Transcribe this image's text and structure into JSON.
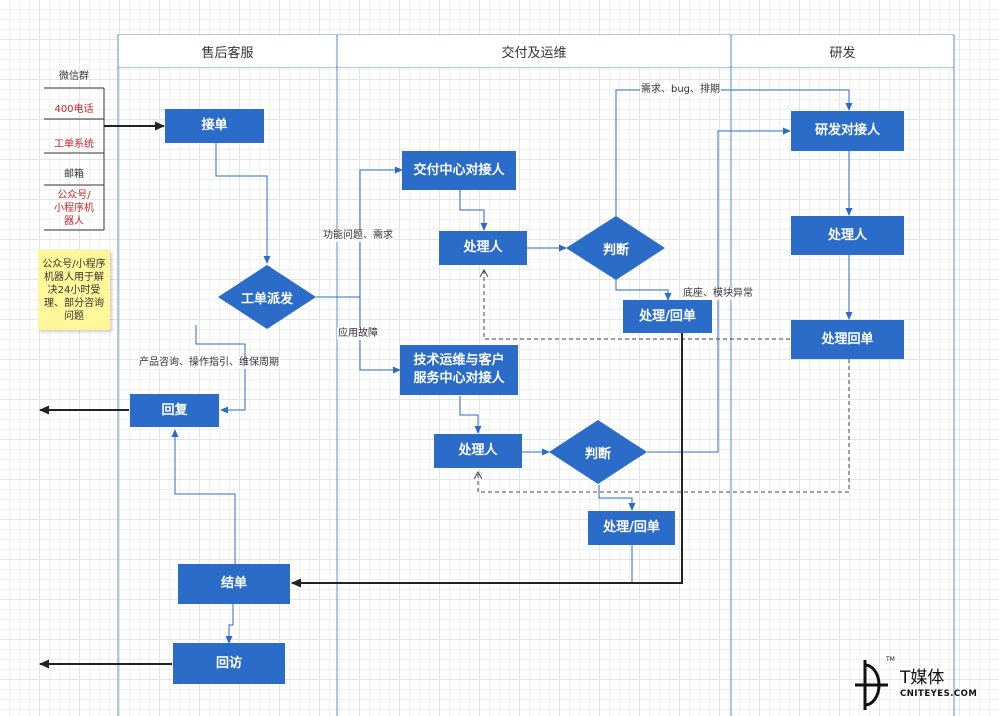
{
  "lanes": {
    "customer_service": "售后客服",
    "delivery_ops": "交付及运维",
    "rnd": "研发"
  },
  "sources": {
    "wechat": "微信群",
    "phone": "400电话",
    "ticket": "工单系统",
    "email": "邮箱",
    "bot": "公众号/\n小程序机\n器人"
  },
  "note": "公众号/小程序机器人用于解决24小时受理、部分咨询问题",
  "nodes": {
    "receive": "接单",
    "dispatch": "工单派发",
    "reply": "回复",
    "close": "结单",
    "revisit": "回访",
    "delivery_contact": "交付中心对接人",
    "delivery_handler": "处理人",
    "delivery_judge": "判断",
    "delivery_resolve": "处理/回单",
    "tech_contact": "技术运维与客户服务中心对接人",
    "tech_handler": "处理人",
    "tech_judge": "判断",
    "tech_resolve": "处理/回单",
    "rnd_contact": "研发对接人",
    "rnd_handler": "处理人",
    "rnd_reply": "处理回单"
  },
  "edge_labels": {
    "feature_req": "功能问题、需求",
    "app_fault": "应用故障",
    "consult": "产品咨询、操作指引、维保周期",
    "req_bug": "需求、bug、排期",
    "base_fault": "底座、模块异常"
  },
  "logo": {
    "main": "T媒体",
    "sub": "CNITEYES.COM",
    "tm": "TM"
  }
}
